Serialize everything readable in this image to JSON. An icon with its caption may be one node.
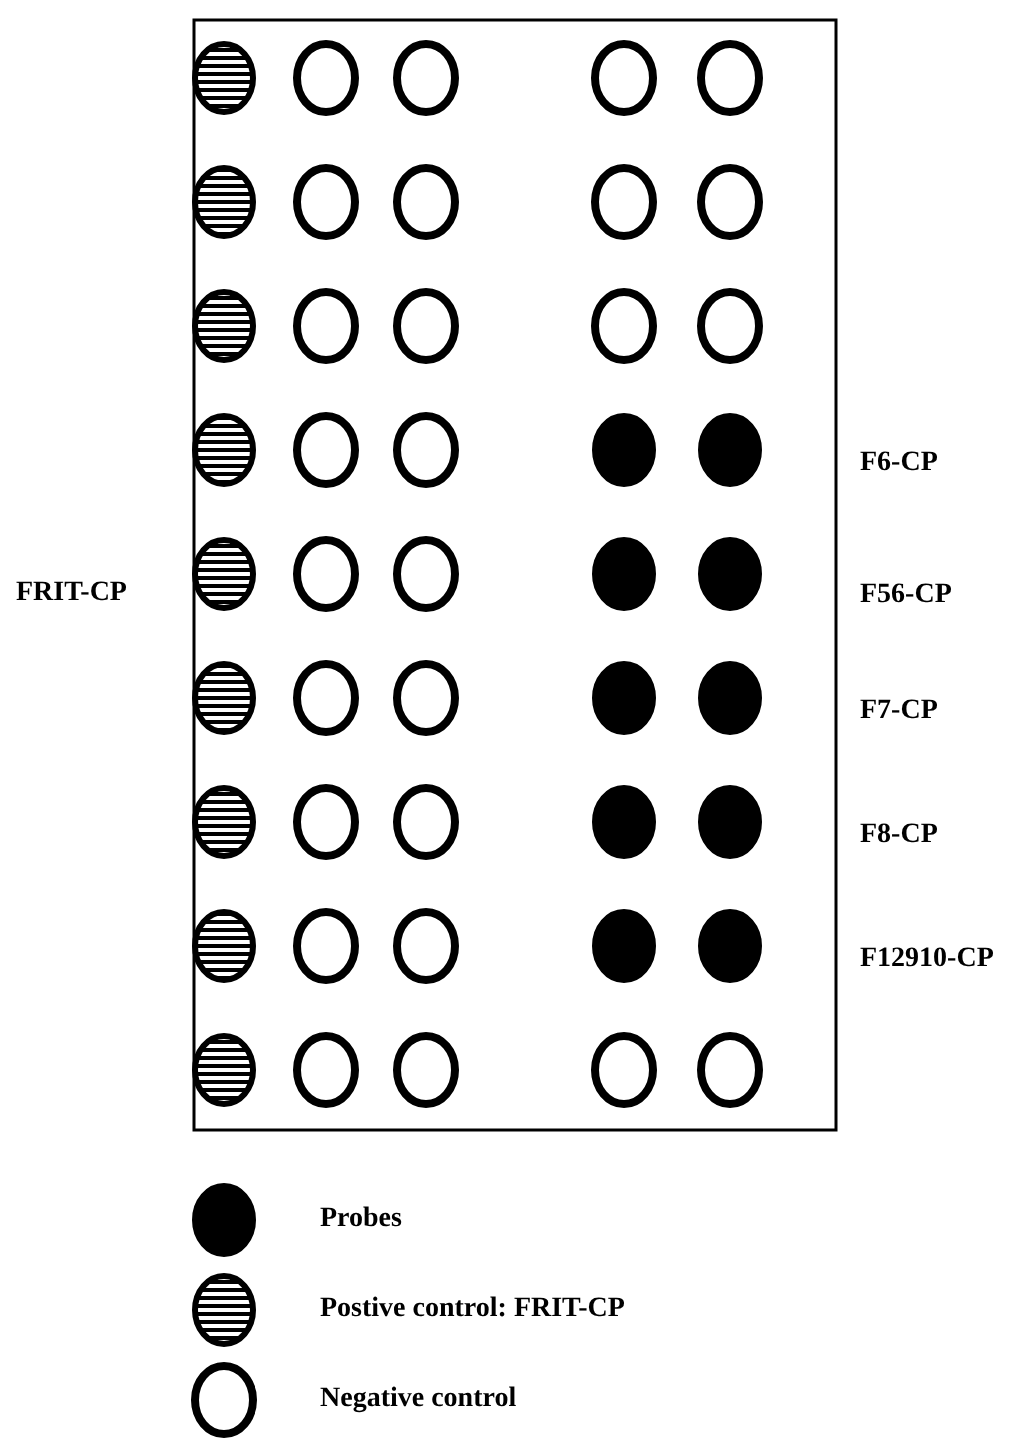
{
  "diagram": {
    "labels": [
      "F6-CP",
      "F56-CP",
      "FRIT-CP",
      "F7-CP",
      "F8-CP",
      "F12910-CP"
    ],
    "legend": [
      {
        "text": "Probes"
      },
      {
        "text": "Postive control: FRIT-CP"
      },
      {
        "text": "Negative control"
      }
    ]
  }
}
